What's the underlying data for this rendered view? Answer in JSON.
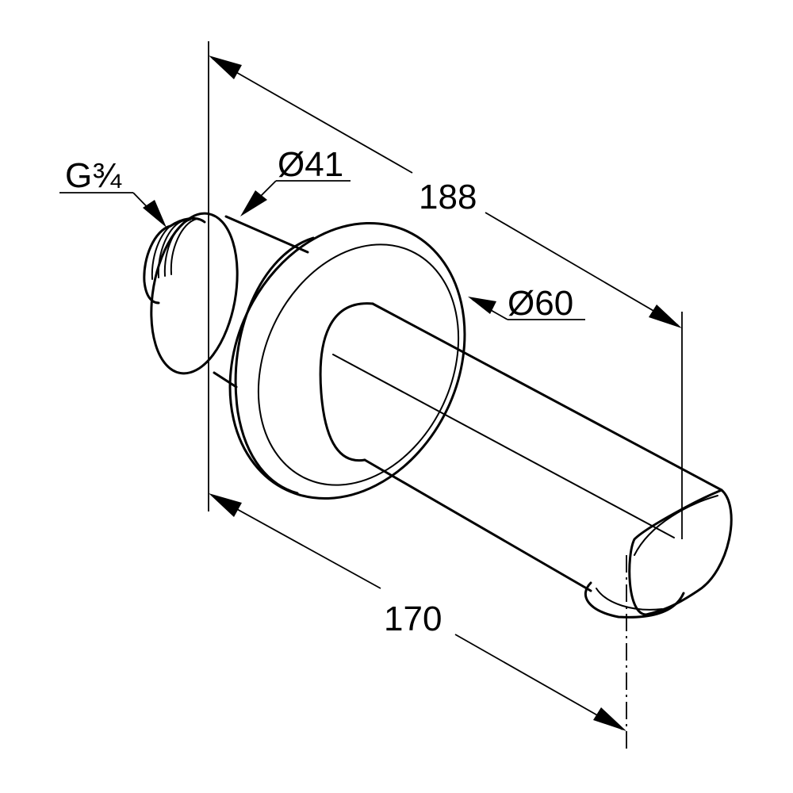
{
  "drawing": {
    "subject": "shower-arm",
    "labels": {
      "thread": "G¾",
      "diameter_pipe": "Ø41",
      "diameter_rosette": "Ø60",
      "length_overall": "188",
      "length_projection": "170"
    },
    "colors": {
      "line": "#000000",
      "background": "#ffffff"
    }
  }
}
